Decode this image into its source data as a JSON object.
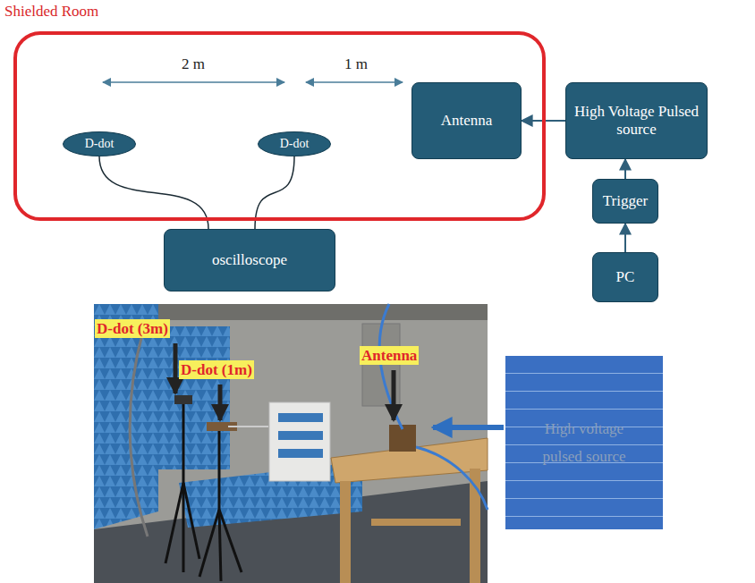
{
  "diagram": {
    "nodes": [
      {
        "text": [
          "Shielded Room"
        ]
      },
      {
        "text": [
          "D-dot"
        ],
        "in": 0
      },
      {
        "text": [
          "D-dot"
        ],
        "in": 0
      },
      {
        "text": [
          "Antenna"
        ],
        "in": 0
      },
      {
        "text": [
          "High Voltage Pulsed source"
        ]
      },
      {
        "text": [
          "oscilloscope"
        ]
      },
      {
        "text": [
          "Trigger"
        ]
      },
      {
        "text": [
          "PC"
        ]
      },
      {
        "text": [
          "High voltage pulsed source"
        ]
      }
    ],
    "edges": [
      {
        "from": 4,
        "to": 3,
        "arrow": "to"
      },
      {
        "from": 6,
        "to": 4,
        "arrow": "to"
      },
      {
        "from": 7,
        "to": 6,
        "arrow": "to"
      },
      {
        "from": 1,
        "to": 5,
        "arrow": "none"
      },
      {
        "from": 2,
        "to": 5,
        "arrow": "none"
      }
    ],
    "labels": [
      "2 m",
      "1 m",
      "D-dot (3m)",
      "D-dot (1m)",
      "Antenna"
    ]
  }
}
